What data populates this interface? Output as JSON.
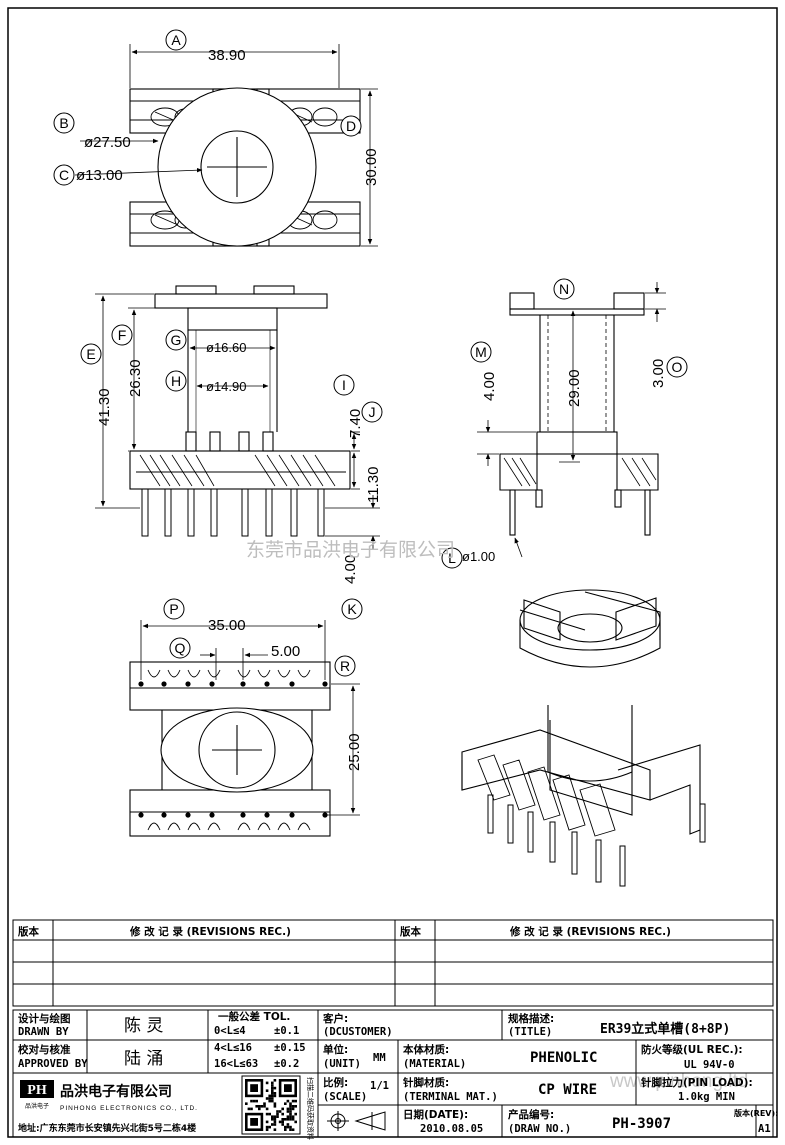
{
  "dims": {
    "a": "38.90",
    "b": "ø27.50",
    "c": "ø13.00",
    "d": "30.00",
    "e": "41.30",
    "f": "26.30",
    "g": "ø16.60",
    "h": "ø14.90",
    "i": "7.40",
    "j": "11.30",
    "k": "4.00",
    "m": "4.00",
    "n": "29.00",
    "o": "3.00",
    "pin": "ø1.00",
    "p": "35.00",
    "q": "5.00",
    "r": "25.00"
  },
  "bubbles": [
    "A",
    "B",
    "C",
    "D",
    "E",
    "F",
    "G",
    "H",
    "I",
    "J",
    "K",
    "M",
    "N",
    "O",
    "P",
    "Q",
    "R",
    "L"
  ],
  "watermark": "东莞市品洪电子有限公司",
  "watermark2": "www.pinhong.ltd",
  "revisions": {
    "col_version": "版本",
    "col_record": "修 改 记 录 (REVISIONS REC.)"
  },
  "title_block": {
    "drawn_cn": "设计与绘图",
    "drawn_en": "DRAWN BY",
    "drawn_name": "陈 灵",
    "approved_cn": "校对与核准",
    "approved_en": "APPROVED BY",
    "approved_name": "陆 涌",
    "tol_title": "一般公差 TOL.",
    "tol_rows": [
      [
        "0<L≤4",
        "±0.1"
      ],
      [
        "4<L≤16",
        "±0.15"
      ],
      [
        "16<L≤63",
        "±0.2"
      ]
    ],
    "customer_cn": "客户:",
    "customer_en": "(DCUSTOMER)",
    "title_cn": "规格描述:",
    "title_en": "(TITLE)",
    "title_value": "ER39立式单槽(8+8P)",
    "unit_cn": "单位:",
    "unit_en": "(UNIT)",
    "unit_value": "MM",
    "material_cn": "本体材质:",
    "material_en": "(MATERIAL)",
    "material_value": "PHENOLIC",
    "ul_cn": "防火等级(UL REC.):",
    "ul_value": "UL 94V-0",
    "scale_cn": "比例:",
    "scale_en": "(SCALE)",
    "scale_value": "1/1",
    "terminal_cn": "针脚材质:",
    "terminal_en": "(TERMINAL MAT.)",
    "terminal_value": "CP WIRE",
    "load_cn": "针脚拉力(PIN LOAD):",
    "load_value": "1.0kg MIN",
    "date_cn": "日期(DATE):",
    "date_value": "2010.08.05",
    "drawno_cn": "产品编号:",
    "drawno_en": "(DRAW NO.)",
    "drawno_value": "PH-3907",
    "rev_cn": "版本(REV):",
    "rev_value": "A1",
    "company_cn": "品洪电子有限公司",
    "company_en": "PINHONG ELECTRONICS CO., LTD.",
    "logo": "PH",
    "logo_sub": "品洪电子",
    "address": "地址:广东东莞市长安镇先兴北街5号二栋4楼",
    "qr_side": "扫描二维码获取资料"
  }
}
